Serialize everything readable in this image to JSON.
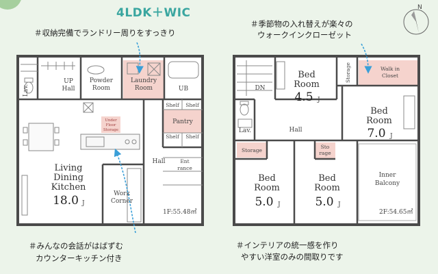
{
  "title": "4LDK＋WIC",
  "notes": {
    "laundry": "＃収納完備でランドリー周りをすっきり",
    "wic_line1": "＃季節物の入れ替えが楽々の",
    "wic_line2": "ウォークインクローゼット",
    "counter_line1": "＃みんなの会話がはばずむ",
    "counter_line2": "カウンターキッチン付き",
    "interior_line1": "＃インテリアの統一感を作り",
    "interior_line2": "やすい洋室のみの間取りです"
  },
  "floor1": {
    "area": "1F:55.48㎡",
    "rooms": {
      "lav": "Lav.",
      "up_hall_1": "UP",
      "up_hall_2": "Hall",
      "powder_1": "Powder",
      "powder_2": "Room",
      "laundry_1": "Laundry",
      "laundry_2": "Room",
      "ub": "UB",
      "shelf_a": "Shelf",
      "shelf_b": "Shelf",
      "shelf_c": "Shelf",
      "shelf_d": "Shelf",
      "pantry": "Pantry",
      "under_floor_1": "Under",
      "under_floor_2": "Floor",
      "under_floor_3": "Storage",
      "hall": "Hall",
      "entrance_1": "Ent",
      "entrance_2": "rance",
      "living_1": "Living",
      "living_2": "Dining",
      "living_3": "Kitchen",
      "living_size": "18.0",
      "living_unit": "J",
      "work_1": "Work",
      "work_2": "Corner"
    }
  },
  "floor2": {
    "area": "2F:54.65㎡",
    "rooms": {
      "dn": "DN",
      "bed1_1": "Bed",
      "bed1_2": "Room",
      "bed1_size": "4.5",
      "bed1_unit": "J",
      "storage_top": "Storage",
      "wic_1": "Walk in",
      "wic_2": "Closet",
      "lav": "Lav.",
      "hall": "Hall",
      "bed2_1": "Bed",
      "bed2_2": "Room",
      "bed2_size": "7.0",
      "bed2_unit": "J",
      "storage_left": "Storage",
      "storage_small_1": "Sto",
      "storage_small_2": "rage",
      "bed3_1": "Bed",
      "bed3_2": "Room",
      "bed3_size": "5.0",
      "bed3_unit": "J",
      "bed4_1": "Bed",
      "bed4_2": "Room",
      "bed4_size": "5.0",
      "bed4_unit": "J",
      "balcony_1": "Inner",
      "balcony_2": "Balcony"
    }
  },
  "compass_label": "N",
  "colors": {
    "background": "#ecf4ea",
    "accent_title": "#3aa6a0",
    "highlight_room": "#f5d3cd",
    "wall": "#4a4a4a",
    "arrow": "#3a9fd8"
  }
}
